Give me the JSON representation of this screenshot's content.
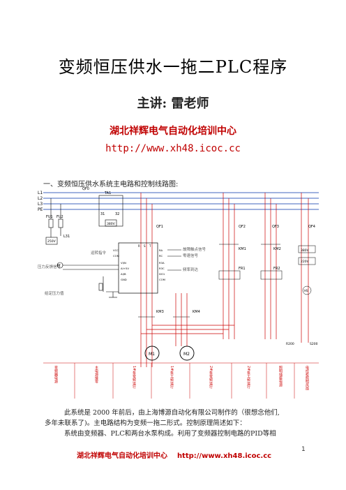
{
  "doc": {
    "title": "变频恒压供水一拖二PLC程序",
    "lecturer": "主讲:  雷老师",
    "organization": "湖北祥辉电气自动化培训中心",
    "url": "http://www.xh48.icoc.cc",
    "section_heading": "一、变频恒压供水系统主电路和控制线路图:",
    "paragraph_1a": "此系统是 2000 年前后，由上海博源自动化有限公司制作的（很想念他们,",
    "paragraph_1b": "多年未联系了)。主电路结构为变频一拖二形式。控制原理简述如下：",
    "paragraph_2": "系统由变频器、PLC和两台水泵构成。利用了变频器控制电路的PID等相",
    "footer_org": "湖北祥辉电气自动化培训中心",
    "footer_url": "http://www.xh48.icoc.cc",
    "page_number": "1"
  },
  "diagram": {
    "line_labels": [
      "L1",
      "L2",
      "L3",
      "PE"
    ],
    "qf": "QF0",
    "transformer": "TA1",
    "tr_out": [
      "31",
      "32"
    ],
    "fuses": [
      "FU1",
      "FU2"
    ],
    "volt_box": "380V",
    "l31": "L31",
    "dc_box": "250V",
    "breakers": [
      "QF1",
      "QF2",
      "QF3",
      "QF4"
    ],
    "contactors": [
      "KM1",
      "KM2",
      "KM3",
      "KM4"
    ],
    "relays": [
      "FR1",
      "FR2"
    ],
    "motors": [
      "M1",
      "M2"
    ],
    "inv_terms_left": [
      "VCC",
      "COM",
      "VI/N",
      "AI+5V",
      "AI/B",
      "GND"
    ],
    "inv_terms_right": [
      "RA",
      "RC",
      "R3A",
      "R3C",
      "DO1",
      "COM"
    ],
    "inv_top": [
      "R",
      "S",
      "T"
    ],
    "labels_left": [
      "运转指令",
      "压力反馈信号",
      "给定压力值"
    ],
    "labels_right": [
      "故障触点信号",
      "零速信号",
      "频率到达"
    ],
    "pressure": "PT",
    "pump_box": "380V",
    "pump_box2": "220V",
    "meter": "HS",
    "bottom_right": [
      "R200",
      "S200"
    ],
    "col_labels": [
      "变频器电源",
      "主电源接零",
      "1#泵变频运行",
      "1#泵工频运行",
      "2#泵变频运行",
      "2#泵工频运行",
      "照明插座电源",
      "电控柜照明风扇"
    ]
  }
}
